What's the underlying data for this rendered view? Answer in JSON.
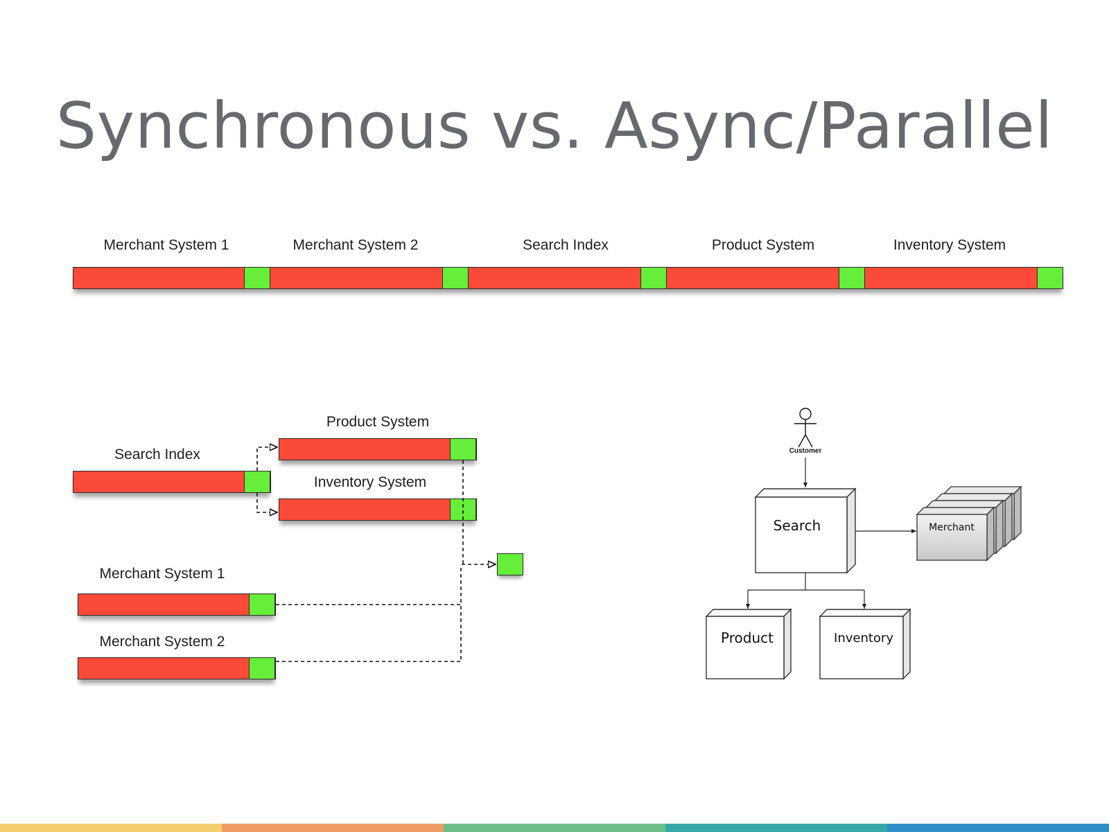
{
  "title": "Synchronous vs. Async/Parallel",
  "sync_sequence": {
    "labels": [
      "Merchant System 1",
      "Merchant System 2",
      "Search Index",
      "Product System",
      "Inventory System"
    ]
  },
  "parallel": {
    "search_index": "Search Index",
    "product_system": "Product System",
    "inventory_system": "Inventory System",
    "merchant_system_1": "Merchant System 1",
    "merchant_system_2": "Merchant System 2"
  },
  "architecture": {
    "actor": "Customer",
    "search": "Search",
    "merchant": "Merchant",
    "product": "Product",
    "inventory": "Inventory"
  },
  "colors": {
    "work": "#fb4a38",
    "done": "#66ee3a",
    "footer": [
      "#f4cf6c",
      "#ee9b64",
      "#6dbf8a",
      "#34a9a8",
      "#2f8fc6"
    ]
  }
}
